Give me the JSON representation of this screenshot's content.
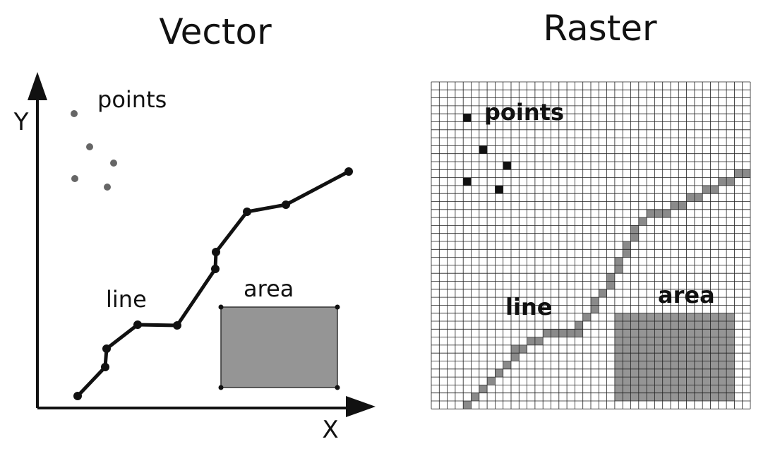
{
  "vector_panel": {
    "title": "Vector",
    "axis_x_label": "X",
    "axis_y_label": "Y",
    "points_label": "points",
    "line_label": "line",
    "area_label": "area"
  },
  "raster_panel": {
    "title": "Raster",
    "points_label": "points",
    "line_label": "line",
    "area_label": "area"
  },
  "colors": {
    "ink": "#111111",
    "point_fill": "#666666",
    "area_fill": "#959595",
    "raster_cell": "#8a8a8a",
    "raster_point": "#111111"
  }
}
